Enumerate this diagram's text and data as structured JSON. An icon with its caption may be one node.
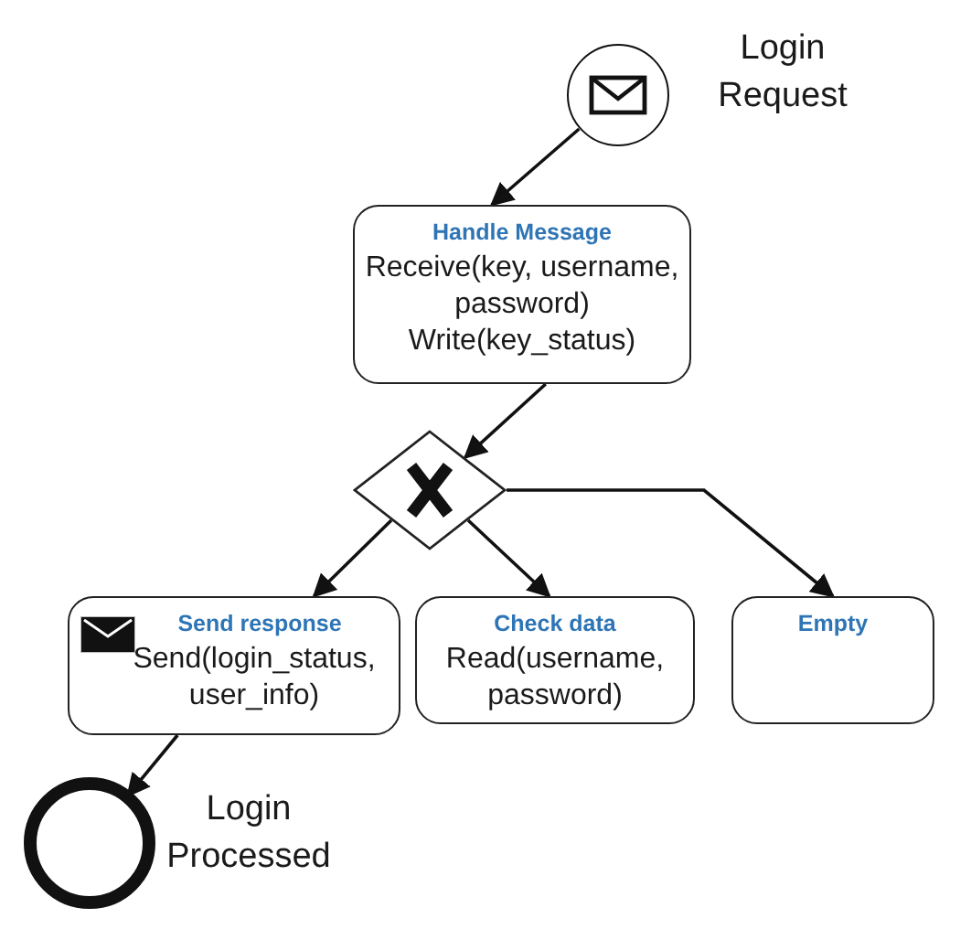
{
  "diagram": {
    "nodes": [
      {
        "text": [],
        "shape": "circle",
        "beside": [
          "Login Request"
        ]
      },
      {
        "text": [
          "Handle Message",
          "Receive(key, username, password)",
          "Write(key_status)"
        ]
      },
      {
        "text": [],
        "shape": "diamond"
      },
      {
        "text": [
          "Send response",
          "Send(login_status, user_info)"
        ]
      },
      {
        "text": [
          "Check data",
          "Read(username, password)"
        ]
      },
      {
        "text": [
          "Empty"
        ]
      },
      {
        "text": [],
        "shape": "circle",
        "beside": [
          "Login Processed"
        ]
      }
    ],
    "edges": [
      {
        "from": 0,
        "to": 1,
        "arrow": "to"
      },
      {
        "from": 1,
        "to": 2,
        "arrow": "to"
      },
      {
        "from": 2,
        "to": 3,
        "arrow": "to"
      },
      {
        "from": 2,
        "to": 4,
        "arrow": "to"
      },
      {
        "from": 2,
        "to": 5,
        "arrow": "to"
      },
      {
        "from": 3,
        "to": 6,
        "arrow": "to"
      }
    ]
  }
}
